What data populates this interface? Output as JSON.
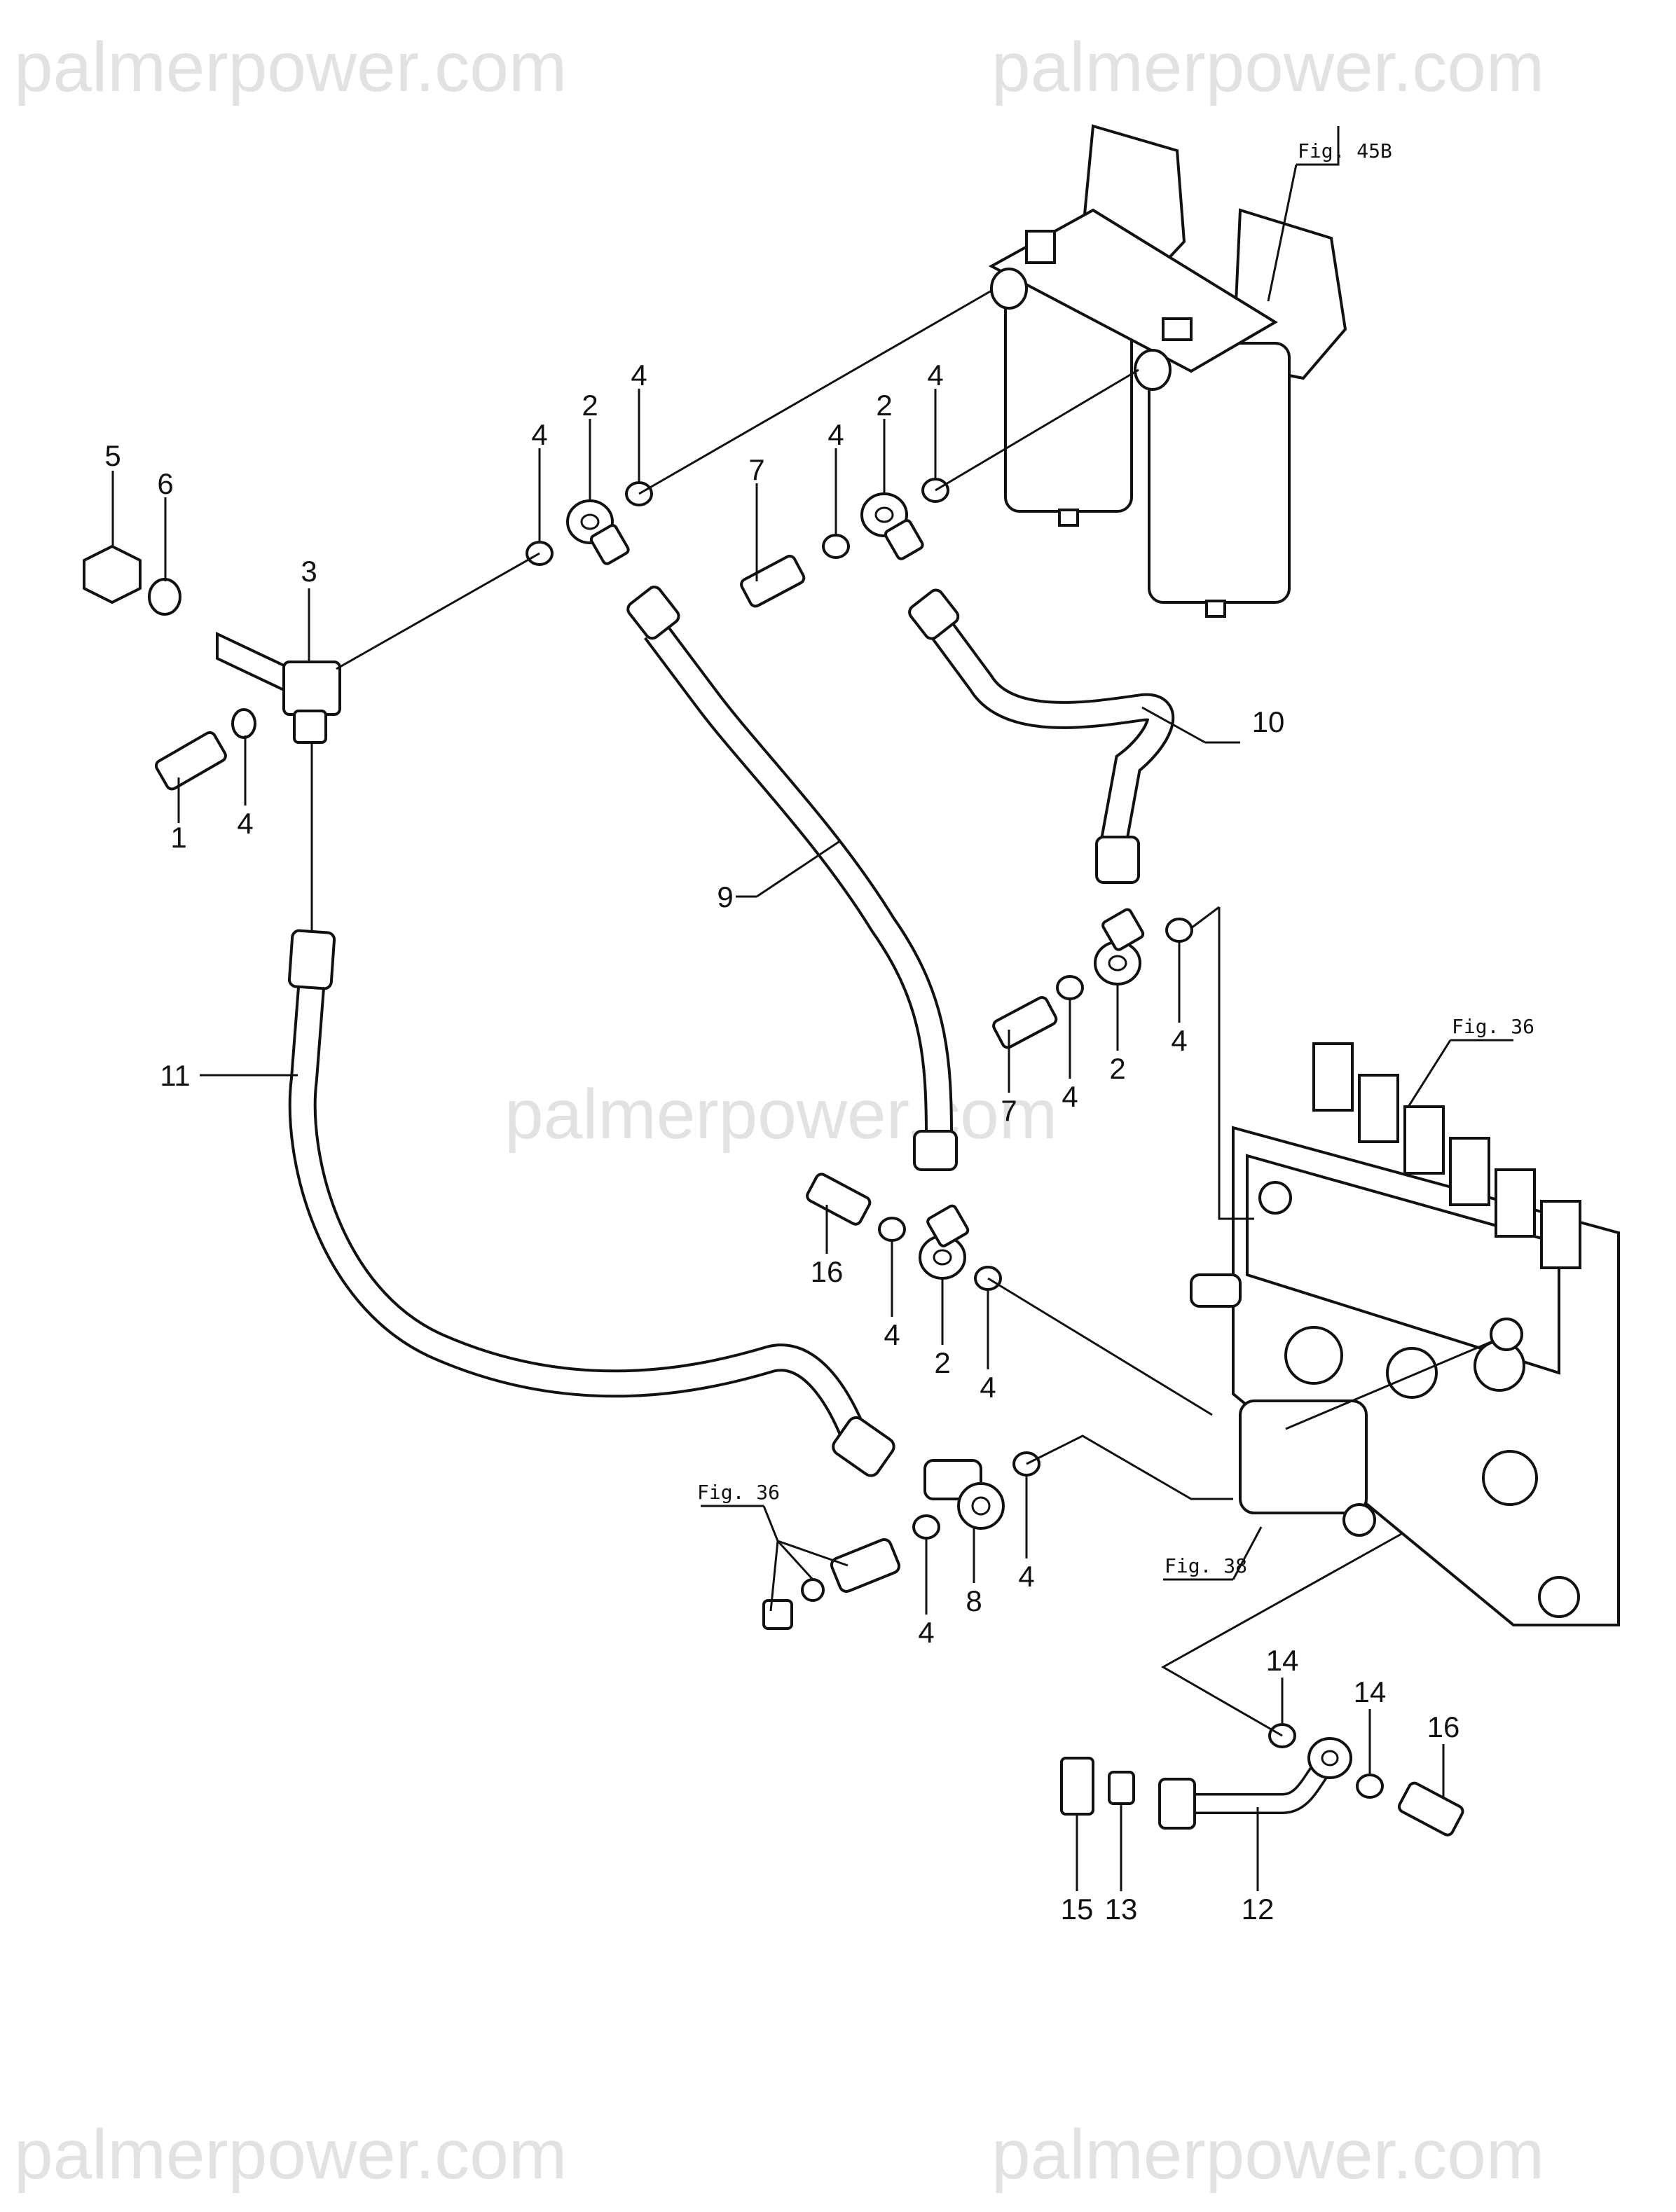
{
  "watermarks": [
    "palmerpower.com",
    "palmerpower.com",
    "palmerpower.com",
    "palmerpower.com",
    "palmerpower.com"
  ],
  "figure_refs": {
    "fig45b": "Fig. 45B",
    "fig36_pump": "Fig. 36",
    "fig36_lower": "Fig. 36",
    "fig38": "Fig. 38"
  },
  "callouts": {
    "c1": "1",
    "c2a": "2",
    "c2b": "2",
    "c2c": "2",
    "c2d": "2",
    "c3": "3",
    "c4a": "4",
    "c4b": "4",
    "c4c": "4",
    "c4d": "4",
    "c4e": "4",
    "c4f": "4",
    "c4g": "4",
    "c4h": "4",
    "c4i": "4",
    "c4j": "4",
    "c4k": "4",
    "c5": "5",
    "c6": "6",
    "c7a": "7",
    "c7b": "7",
    "c8": "8",
    "c9": "9",
    "c10": "10",
    "c11": "11",
    "c12": "12",
    "c13": "13",
    "c14a": "14",
    "c14b": "14",
    "c15": "15",
    "c16a": "16",
    "c16b": "16"
  }
}
